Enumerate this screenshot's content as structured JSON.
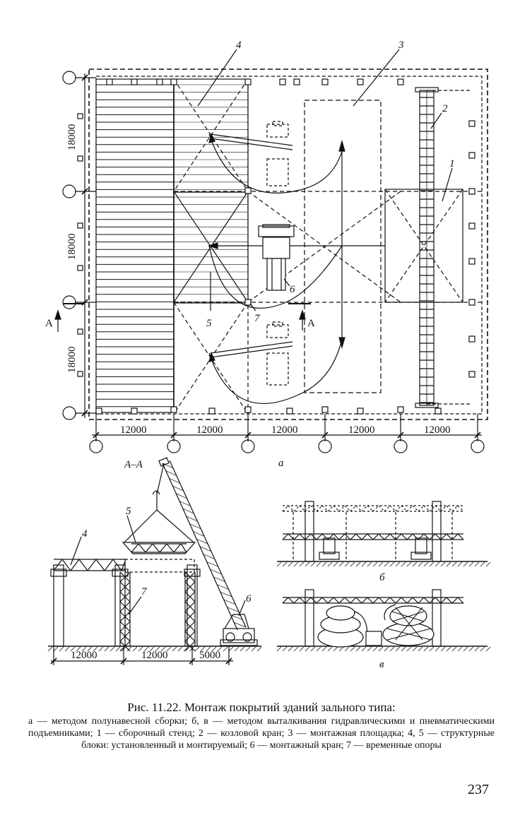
{
  "figure": {
    "dims_vertical": [
      "18000",
      "18000",
      "18000"
    ],
    "dims_plan": [
      "12000",
      "12000",
      "12000",
      "12000",
      "12000"
    ],
    "dims_section": [
      "12000",
      "12000",
      "5000"
    ],
    "section_label": "А–А",
    "cut_label": "А",
    "callouts": [
      "1",
      "2",
      "3",
      "4",
      "5",
      "6",
      "7"
    ],
    "sub_labels": {
      "a": "а",
      "b": "б",
      "v": "в"
    }
  },
  "caption": {
    "title": "Рис. 11.22. Монтаж покрытий зданий зального типа:",
    "body": "а — методом полунавесной сборки; б, в — методом выталкивания гидравлическими и пневматическими подъемниками; 1 — сборочный стенд; 2 — козловой кран; 3 — монтажная площадка; 4, 5 — структурные блоки: установленный и монтируемый; 6 — монтажный кран; 7 — временные опоры"
  },
  "page_number": "237"
}
